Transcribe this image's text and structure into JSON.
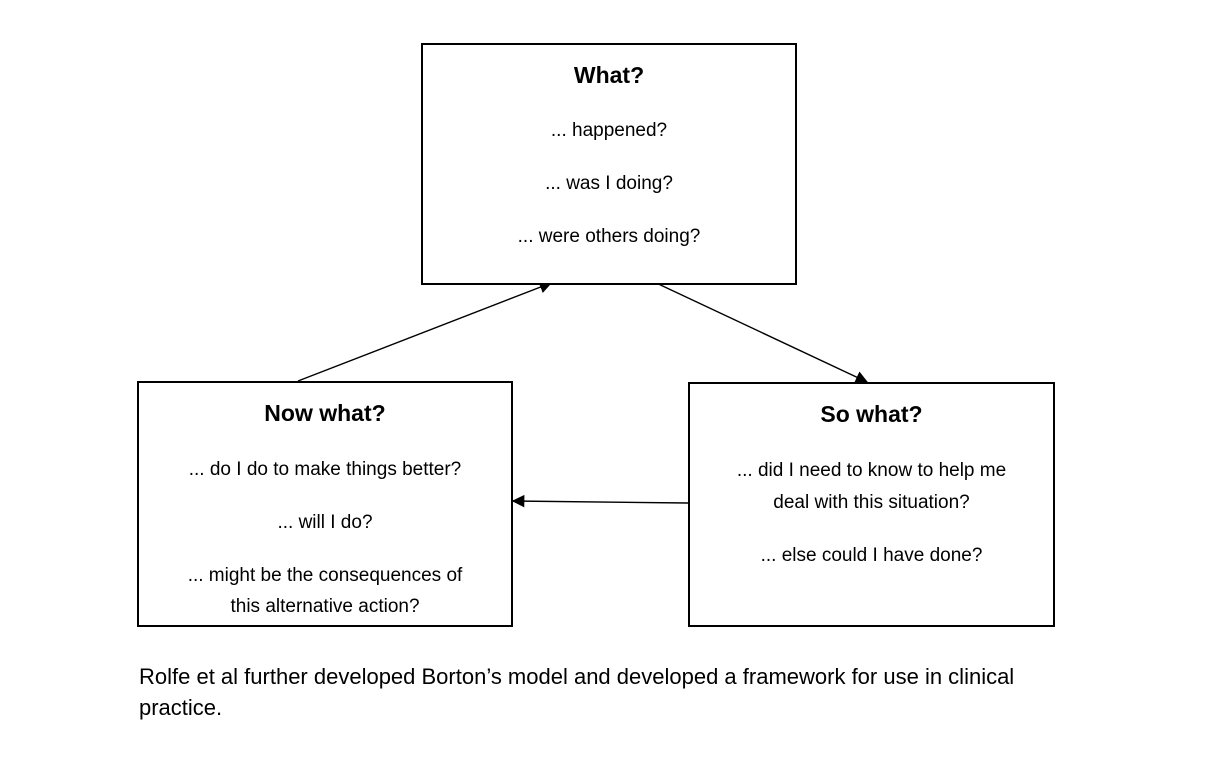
{
  "diagram": {
    "what": {
      "title": "What?",
      "lines": [
        "... happened?",
        "... was I doing?",
        "... were others doing?"
      ]
    },
    "so_what": {
      "title": "So what?",
      "lines": [
        "... did I need to know to help me",
        "deal with this situation?",
        "... else could I have done?"
      ]
    },
    "now_what": {
      "title": "Now what?",
      "lines": [
        "... do I do to make things better?",
        "... will I do?",
        "... might be the consequences of",
        "this alternative action?"
      ]
    }
  },
  "caption": "Rolfe et al further developed Borton’s model and developed a framework for use in clinical practice."
}
